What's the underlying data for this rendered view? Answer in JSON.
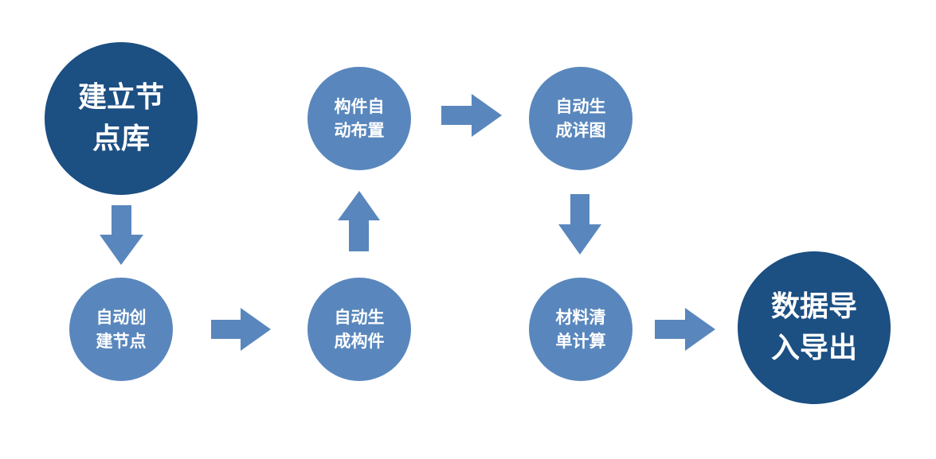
{
  "colors": {
    "primary_node": "#1c4f82",
    "secondary_node": "#5987bd",
    "arrow": "#5987bd"
  },
  "nodes": {
    "start": {
      "line1": "建立节",
      "line2": "点库"
    },
    "create_nodes": {
      "line1": "自动创",
      "line2": "建节点"
    },
    "generate_components": {
      "line1": "自动生",
      "line2": "成构件"
    },
    "arrange_components": {
      "line1": "构件自",
      "line2": "动布置"
    },
    "generate_details": {
      "line1": "自动生",
      "line2": "成详图"
    },
    "material_list": {
      "line1": "材料清",
      "line2": "单计算"
    },
    "export": {
      "line1": "数据导",
      "line2": "入导出"
    }
  }
}
